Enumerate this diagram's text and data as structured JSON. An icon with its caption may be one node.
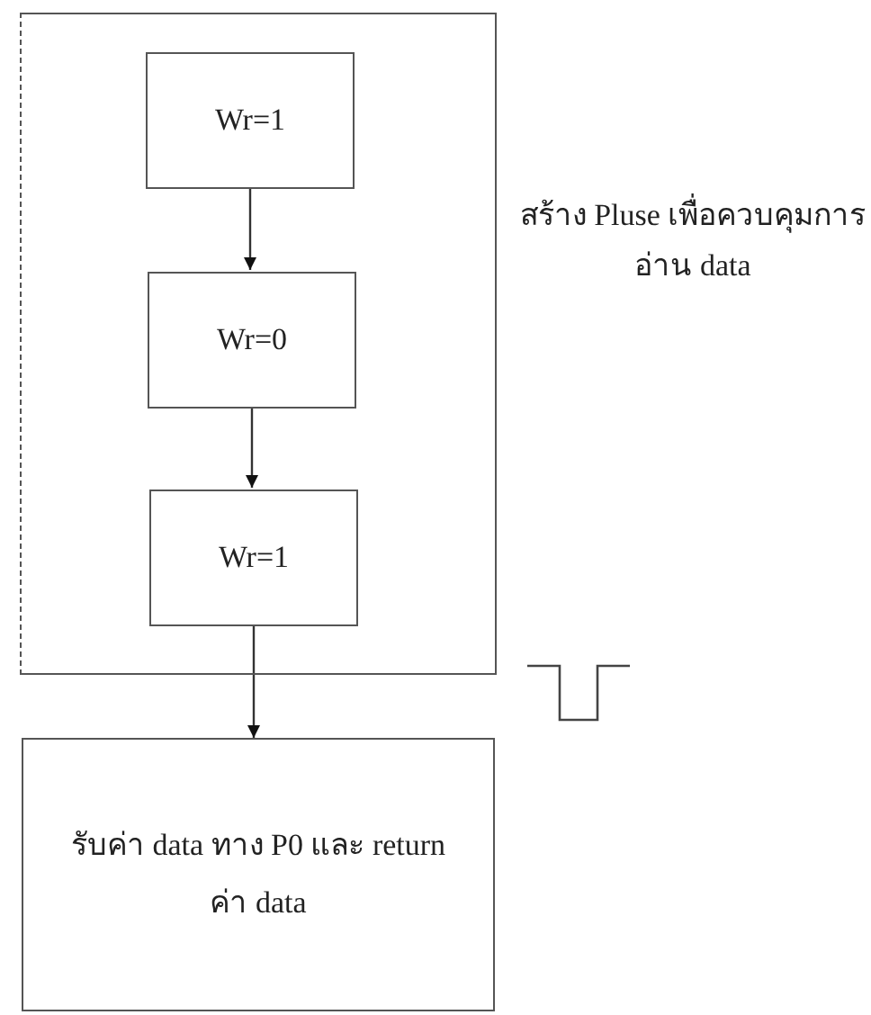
{
  "diagram": {
    "nodes": [
      {
        "text": [],
        "shape": "box",
        "beside": [
          "สร้าง Pluse เพื่อควบคุมการอ่าน data"
        ]
      },
      {
        "text": [
          "Wr=1"
        ],
        "in": 0
      },
      {
        "text": [
          "Wr=0"
        ],
        "in": 0
      },
      {
        "text": [
          "Wr=1"
        ],
        "in": 0
      },
      {
        "text": [
          "รับค่า data ทาง P0 และ return ค่า data"
        ]
      }
    ],
    "edges": [
      {
        "from": 1,
        "to": 2,
        "arrow": "to"
      },
      {
        "from": 2,
        "to": 3,
        "arrow": "to"
      },
      {
        "from": 3,
        "to": 4,
        "arrow": "to"
      }
    ]
  }
}
